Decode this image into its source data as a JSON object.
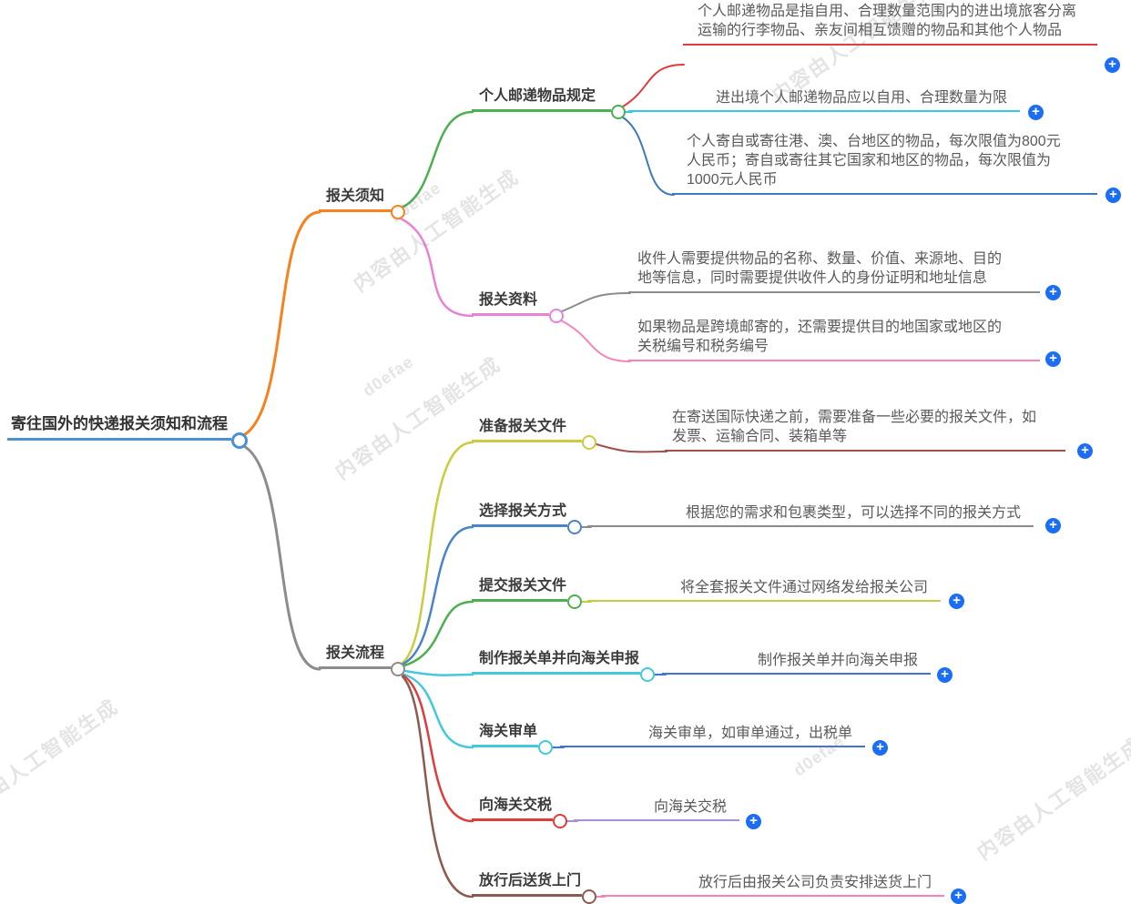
{
  "root": {
    "label": "寄往国外的快递报关须知和流程"
  },
  "notice": {
    "label": "报关须知",
    "personal_rules": {
      "label": "个人邮递物品规定",
      "items": [
        "个人邮递物品是指自用、合理数量范围内的进出境旅客分离运输的行李物品、亲友间相互馈赠的物品和其他个人物品",
        "进出境个人邮递物品应以自用、合理数量为限",
        "个人寄自或寄往港、澳、台地区的物品，每次限值为800元人民币；寄自或寄往其它国家和地区的物品，每次限值为1000元人民币"
      ]
    },
    "materials": {
      "label": "报关资料",
      "items": [
        "收件人需要提供物品的名称、数量、价值、来源地、目的地等信息，同时需要提供收件人的身份证明和地址信息",
        "如果物品是跨境邮寄的，还需要提供目的地国家或地区的关税编号和税务编号"
      ]
    }
  },
  "process": {
    "label": "报关流程",
    "steps": [
      {
        "label": "准备报关文件",
        "detail": "在寄送国际快递之前，需要准备一些必要的报关文件，如发票、运输合同、装箱单等"
      },
      {
        "label": "选择报关方式",
        "detail": "根据您的需求和包裹类型，可以选择不同的报关方式"
      },
      {
        "label": "提交报关文件",
        "detail": "将全套报关文件通过网络发给报关公司"
      },
      {
        "label": "制作报关单并向海关申报",
        "detail": "制作报关单并向海关申报"
      },
      {
        "label": "海关审单",
        "detail": "海关审单，如审单通过，出税单"
      },
      {
        "label": "向海关交税",
        "detail": "向海关交税"
      },
      {
        "label": "放行后送货上门",
        "detail": "放行后由报关公司负责安排送货上门"
      }
    ]
  },
  "icons": {
    "plus": "+"
  },
  "watermark": {
    "text": "内容由人工智能生成",
    "code": "d0efae"
  },
  "colors": {
    "root_blue": "#4a90d2",
    "orange": "#f5821f",
    "green": "#4caf50",
    "red": "#e03c3c",
    "cyan": "#35c9e8",
    "steel_blue": "#4178be",
    "orchid": "#e882d7",
    "gray": "#8c8c8c",
    "pink": "#f584bd",
    "olive": "#c9cc3f",
    "brick": "#a1504b",
    "blue": "#4472d4",
    "teal": "#45c8dc",
    "purple": "#a98fd8",
    "brown": "#8d5a50",
    "plus_badge": "#1b6ef3"
  }
}
